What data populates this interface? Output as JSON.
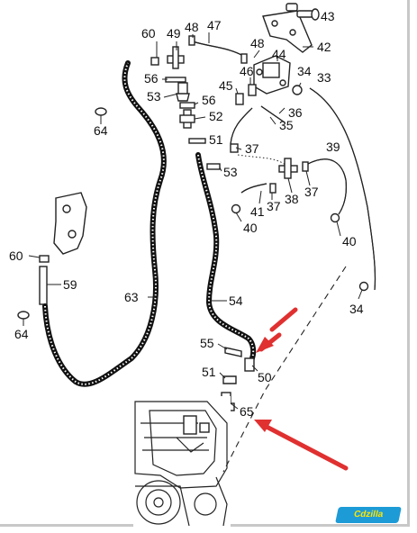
{
  "labels": {
    "l60a": "60",
    "l49": "49",
    "l48a": "48",
    "l47": "47",
    "l43": "43",
    "l42": "42",
    "l48b": "48",
    "l44": "44",
    "l56a": "56",
    "l46": "46",
    "l34a": "34",
    "l33": "33",
    "l53a": "53",
    "l45": "45",
    "l56b": "56",
    "l52": "52",
    "l36": "36",
    "l35": "35",
    "l64a": "64",
    "l51a": "51",
    "l37a": "37",
    "l39": "39",
    "l53b": "53",
    "l41": "41",
    "l37b": "37",
    "l38": "38",
    "l37c": "37",
    "l40a": "40",
    "l40b": "40",
    "l60b": "60",
    "l59": "59",
    "l63": "63",
    "l54": "54",
    "l34b": "34",
    "l64b": "64",
    "l55": "55",
    "l51b": "51",
    "l50": "50",
    "l65": "65"
  },
  "logo": {
    "text": "Cdzilla"
  },
  "colors": {
    "arrow": "#e03030",
    "logo_bg": "#1d9bd7",
    "logo_text": "#ffe600"
  }
}
